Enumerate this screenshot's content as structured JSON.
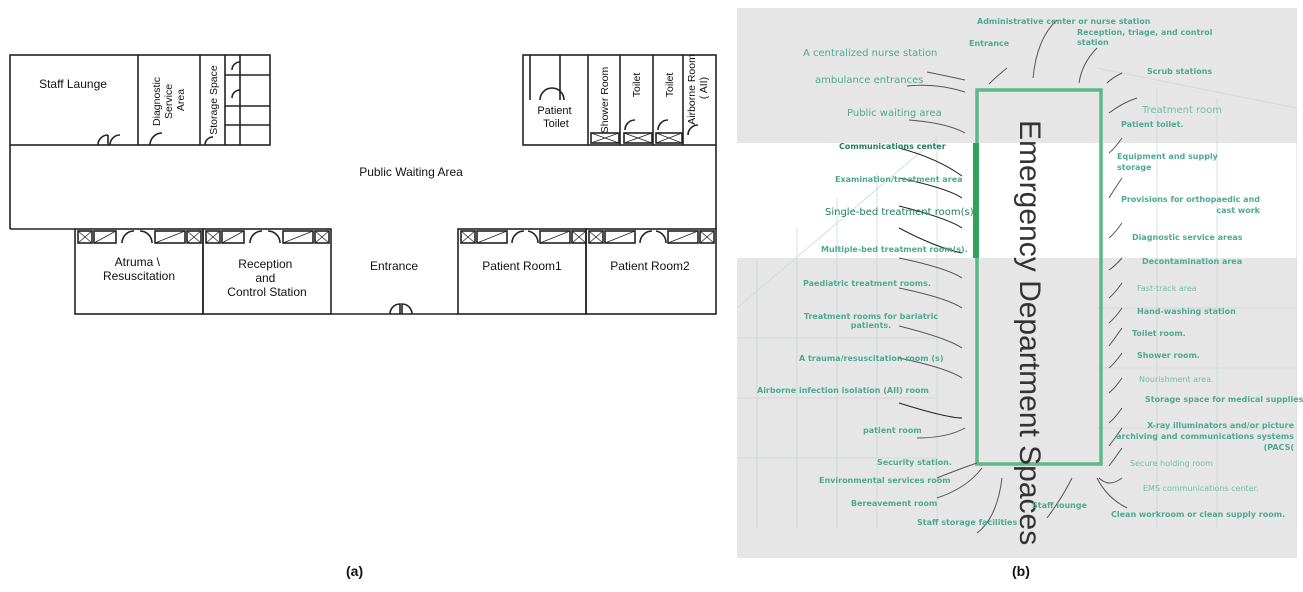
{
  "panel_a": {
    "caption": "(a)",
    "rooms": {
      "staff_lounge": "Staff Launge",
      "diagnostic": "Diagnostic Service Area",
      "storage": "Storage Space",
      "patient_toilet": "Patient Toilet",
      "shower": "Shower Room",
      "toilet1": "Toilet",
      "toilet2": "Toilet",
      "airborne": "Airborne Room ( AII)",
      "public_waiting": "Public Waiting Area",
      "trauma": "Atruma \\ Resuscitation",
      "reception": "Reception and Control Station",
      "entrance": "Entrance",
      "patient_room1": "Patient Room1",
      "patient_room2": "Patient Room2"
    }
  },
  "panel_b": {
    "caption": "(b)",
    "title": "Emergency Department Spaces",
    "top_labels": {
      "admin": "Administrative center or nurse station",
      "entrance": "Entrance",
      "reception": "Reception, triage, and control station"
    },
    "left_labels": [
      "A centralized nurse station",
      "ambulance entrances",
      "Public waiting area",
      "Communications center",
      "Examination/treatment area",
      "Single-bed treatment room(s).",
      "Multiple-bed treatment room(s).",
      "Paediatric treatment rooms.",
      "Treatment rooms for bariatric patients.",
      "A trauma/resuscitation room (s)",
      "Airborne infection isolation (AII) room",
      "patient room",
      "Security station.",
      "Environmental services room",
      "Bereavement room"
    ],
    "right_labels": [
      "Scrub stations",
      "Treatment room",
      "Patient toilet.",
      "Equipment and supply storage",
      "Provisions for orthopaedic and cast work",
      "Diagnostic service areas",
      "Decontamination area",
      "Fast-track area",
      "Hand-washing station",
      "Toilet room.",
      "Shower room.",
      "Nourishment area.",
      "Storage space for medical supplies",
      "X-ray illuminators and/or picture archiving and communications systems (PACS(",
      "Secure holding room",
      "EMS communications center.",
      "Clean workroom or clean supply room."
    ],
    "bottom_labels": {
      "staff_storage": "Staff storage facilities",
      "staff_lounge": "Staff lounge"
    }
  },
  "colors": {
    "accent_green": "#5cb887",
    "label_teal": "#4daa91",
    "panel_bg": "#e6e6e6"
  }
}
